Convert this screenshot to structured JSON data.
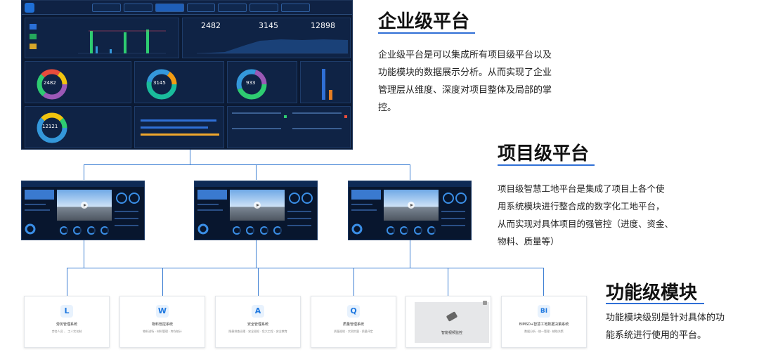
{
  "sections": {
    "enterprise": {
      "title": "企业级平台",
      "description": [
        "企业级平台是可以集成所有项目级平台以及",
        "功能模块的数据展示分析。从而实现了企业",
        "管理层从维度、深度对项目整体及局部的掌",
        "控。"
      ]
    },
    "project": {
      "title": "项目级平台",
      "description": [
        "项目级智慧工地平台是集成了项目上各个使",
        "用系统模块进行整合成的数字化工地平台，",
        "从而实现对具体项目的强管控（进度、资金、",
        "物料、质量等）"
      ]
    },
    "module": {
      "title": "功能级模块",
      "description": [
        "功能模块级别是针对具体的功",
        "能系统进行使用的平台。"
      ]
    }
  },
  "dashboard": {
    "stats": [
      "2482",
      "3145",
      "12898"
    ],
    "donuts": [
      "2482",
      "3145",
      "933",
      "12121"
    ]
  },
  "modules": [
    {
      "icon": "L",
      "name": "劳务管理系统",
      "sub": "劳务人员 、 工人实名制"
    },
    {
      "icon": "W",
      "name": "物料管控系统",
      "sub": "物料进场 · 材料管理 · 库存统计"
    },
    {
      "icon": "A",
      "name": "安全管理系统",
      "sub": "隐患排查治理 · 安全巡检 · 危大工程 · 安全教育"
    },
    {
      "icon": "Q",
      "name": "质量管理系统",
      "sub": "质量巡检 · 实测实量 · 质量评定"
    },
    {
      "icon": "",
      "name": "智能视频监控",
      "sub": ""
    },
    {
      "icon": "BI",
      "name": "BIMSD+智慧工地数据决策系统",
      "sub": "数据分析 · 统一管理 · 辅助决策"
    }
  ],
  "colors": {
    "accent": "#2f6fd6",
    "line": "#3d7fd3",
    "dash_bg": "#0b1a34"
  }
}
